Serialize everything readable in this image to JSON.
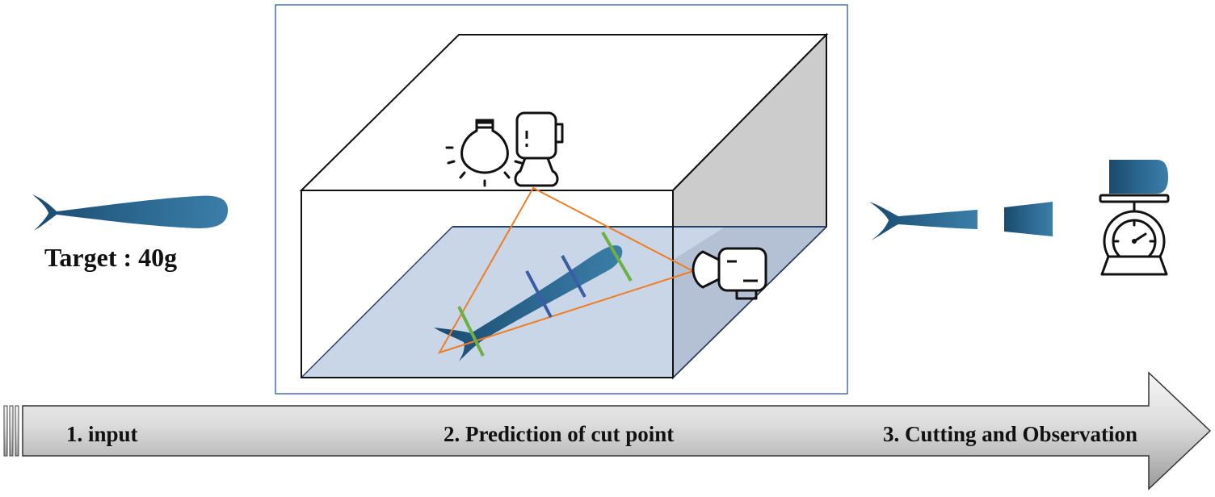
{
  "target": {
    "text": "Target : 40g"
  },
  "steps": [
    {
      "label": "1. input"
    },
    {
      "label": "2. Prediction of cut point"
    },
    {
      "label": "3. Cutting and Observation"
    }
  ],
  "colors": {
    "fish": "#2e6b94",
    "fish_dark": "#1a4a6e",
    "floor": "#c9d6e8",
    "side_wall": "#cccccc",
    "frame_border": "#4a6fb5",
    "laser": "#ef7d22",
    "cut_green": "#6ab042",
    "cut_blue": "#3a5ca8"
  },
  "icons": [
    "fish-icon",
    "light-bulb-icon",
    "camera-top-icon",
    "camera-side-icon",
    "weighing-scale-icon"
  ]
}
